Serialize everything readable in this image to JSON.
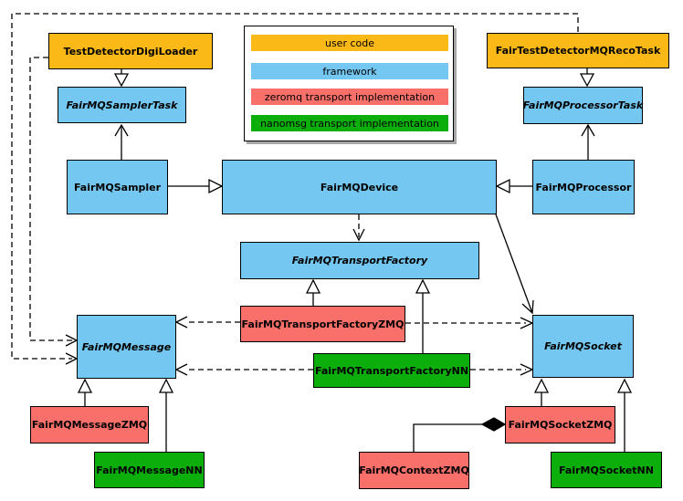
{
  "colors": {
    "user_code": "#FBB917",
    "framework": "#74C7F0",
    "zeromq": "#F9706A",
    "nanomsg": "#0BAE0B"
  },
  "legend": {
    "items": [
      {
        "label": "user code",
        "role": "user_code"
      },
      {
        "label": "framework",
        "role": "framework"
      },
      {
        "label": "zeromq transport implementation",
        "role": "zeromq"
      },
      {
        "label": "nanomsg transport implementation",
        "role": "nanomsg"
      }
    ]
  },
  "nodes": [
    {
      "id": "TestDetectorDigiLoader",
      "label": "TestDetectorDigiLoader",
      "role": "user_code",
      "abstract": false
    },
    {
      "id": "FairTestDetectorMQRecoTask",
      "label": "FairTestDetectorMQRecoTask",
      "role": "user_code",
      "abstract": false
    },
    {
      "id": "FairMQSamplerTask",
      "label": "FairMQSamplerTask",
      "role": "framework",
      "abstract": true
    },
    {
      "id": "FairMQProcessorTask",
      "label": "FairMQProcessorTask",
      "role": "framework",
      "abstract": true
    },
    {
      "id": "FairMQSampler",
      "label": "FairMQSampler",
      "role": "framework",
      "abstract": false
    },
    {
      "id": "FairMQDevice",
      "label": "FairMQDevice",
      "role": "framework",
      "abstract": false
    },
    {
      "id": "FairMQProcessor",
      "label": "FairMQProcessor",
      "role": "framework",
      "abstract": false
    },
    {
      "id": "FairMQTransportFactory",
      "label": "FairMQTransportFactory",
      "role": "framework",
      "abstract": true
    },
    {
      "id": "FairMQTransportFactoryZMQ",
      "label": "FairMQTransportFactoryZMQ",
      "role": "zeromq",
      "abstract": false
    },
    {
      "id": "FairMQTransportFactoryNN",
      "label": "FairMQTransportFactoryNN",
      "role": "nanomsg",
      "abstract": false
    },
    {
      "id": "FairMQMessage",
      "label": "FairMQMessage",
      "role": "framework",
      "abstract": true
    },
    {
      "id": "FairMQSocket",
      "label": "FairMQSocket",
      "role": "framework",
      "abstract": true
    },
    {
      "id": "FairMQMessageZMQ",
      "label": "FairMQMessageZMQ",
      "role": "zeromq",
      "abstract": false
    },
    {
      "id": "FairMQMessageNN",
      "label": "FairMQMessageNN",
      "role": "nanomsg",
      "abstract": false
    },
    {
      "id": "FairMQSocketZMQ",
      "label": "FairMQSocketZMQ",
      "role": "zeromq",
      "abstract": false
    },
    {
      "id": "FairMQSocketNN",
      "label": "FairMQSocketNN",
      "role": "nanomsg",
      "abstract": false
    },
    {
      "id": "FairMQContextZMQ",
      "label": "FairMQContextZMQ",
      "role": "zeromq",
      "abstract": false
    }
  ],
  "edges": [
    {
      "from": "TestDetectorDigiLoader",
      "to": "FairMQSamplerTask",
      "type": "inheritance"
    },
    {
      "from": "FairTestDetectorMQRecoTask",
      "to": "FairMQProcessorTask",
      "type": "inheritance"
    },
    {
      "from": "FairMQSampler",
      "to": "FairMQSamplerTask",
      "type": "arrow"
    },
    {
      "from": "FairMQProcessor",
      "to": "FairMQProcessorTask",
      "type": "arrow"
    },
    {
      "from": "FairMQSampler",
      "to": "FairMQDevice",
      "type": "inheritance"
    },
    {
      "from": "FairMQProcessor",
      "to": "FairMQDevice",
      "type": "inheritance"
    },
    {
      "from": "FairMQDevice",
      "to": "FairMQTransportFactory",
      "type": "dashed-arrow"
    },
    {
      "from": "FairMQDevice",
      "to": "FairMQSocket",
      "type": "arrow"
    },
    {
      "from": "FairMQTransportFactoryZMQ",
      "to": "FairMQTransportFactory",
      "type": "inheritance"
    },
    {
      "from": "FairMQTransportFactoryNN",
      "to": "FairMQTransportFactory",
      "type": "inheritance"
    },
    {
      "from": "FairMQTransportFactoryZMQ",
      "to": "FairMQMessage",
      "type": "dashed-arrow"
    },
    {
      "from": "FairMQTransportFactoryZMQ",
      "to": "FairMQSocket",
      "type": "dashed-arrow"
    },
    {
      "from": "FairMQTransportFactoryNN",
      "to": "FairMQMessage",
      "type": "dashed-arrow"
    },
    {
      "from": "FairMQTransportFactoryNN",
      "to": "FairMQSocket",
      "type": "dashed-arrow"
    },
    {
      "from": "TestDetectorDigiLoader",
      "to": "FairMQMessage",
      "type": "dashed-arrow"
    },
    {
      "from": "FairTestDetectorMQRecoTask",
      "to": "FairMQMessage",
      "type": "dashed-arrow"
    },
    {
      "from": "FairMQMessageZMQ",
      "to": "FairMQMessage",
      "type": "inheritance"
    },
    {
      "from": "FairMQMessageNN",
      "to": "FairMQMessage",
      "type": "inheritance"
    },
    {
      "from": "FairMQSocketZMQ",
      "to": "FairMQSocket",
      "type": "inheritance"
    },
    {
      "from": "FairMQSocketNN",
      "to": "FairMQSocket",
      "type": "inheritance"
    },
    {
      "from": "FairMQContextZMQ",
      "to": "FairMQSocketZMQ",
      "type": "composition"
    }
  ]
}
